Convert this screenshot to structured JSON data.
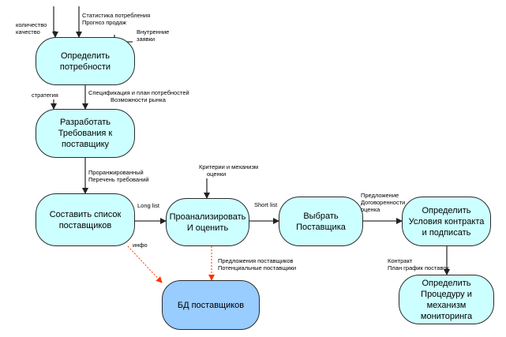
{
  "nodes": {
    "n1": [
      "Определить",
      "потребности"
    ],
    "n2": [
      "Разработать",
      "Требования к",
      "поставщику"
    ],
    "n3": [
      "Составить список",
      "поставщиков"
    ],
    "n4": [
      "Проанализировать",
      "И оценить"
    ],
    "n5": [
      "Выбрать",
      "Поставщика"
    ],
    "n6": [
      "Определить",
      "Условия контракта",
      "и подписать"
    ],
    "n7": [
      "Определить",
      "Процедуру и механизм",
      "мониторинга"
    ],
    "db": [
      "БД поставщиков"
    ]
  },
  "labels": {
    "in_quality": [
      "количество",
      "качество"
    ],
    "in_stats": [
      "Статистика потребления",
      "Прогноз продаж"
    ],
    "in_internal": [
      "Внутренние",
      "заявки"
    ],
    "in_strategy": [
      "стратегия"
    ],
    "n1_n2": [
      "Спецификация и план потребностей",
      "Возможности рынка"
    ],
    "n2_n3": [
      "Проранжированный",
      "Перечень требований"
    ],
    "long_list": [
      "Long list"
    ],
    "criteria": [
      "Критерии и механизм",
      "оценки"
    ],
    "short_list": [
      "Short list"
    ],
    "n5_n6": [
      "Предложение",
      "Договоренности",
      "оценка"
    ],
    "n6_n7": [
      "Контракт",
      "План график поставок"
    ],
    "info": [
      "инфо"
    ],
    "n4_db": [
      "Предложения поставщиков",
      "Потенциальные поставщики"
    ]
  },
  "colors": {
    "process_fill": "#ccffff",
    "db_fill": "#99ccff",
    "arrow": "#333333",
    "dashed_arrow": "#ff3300"
  }
}
